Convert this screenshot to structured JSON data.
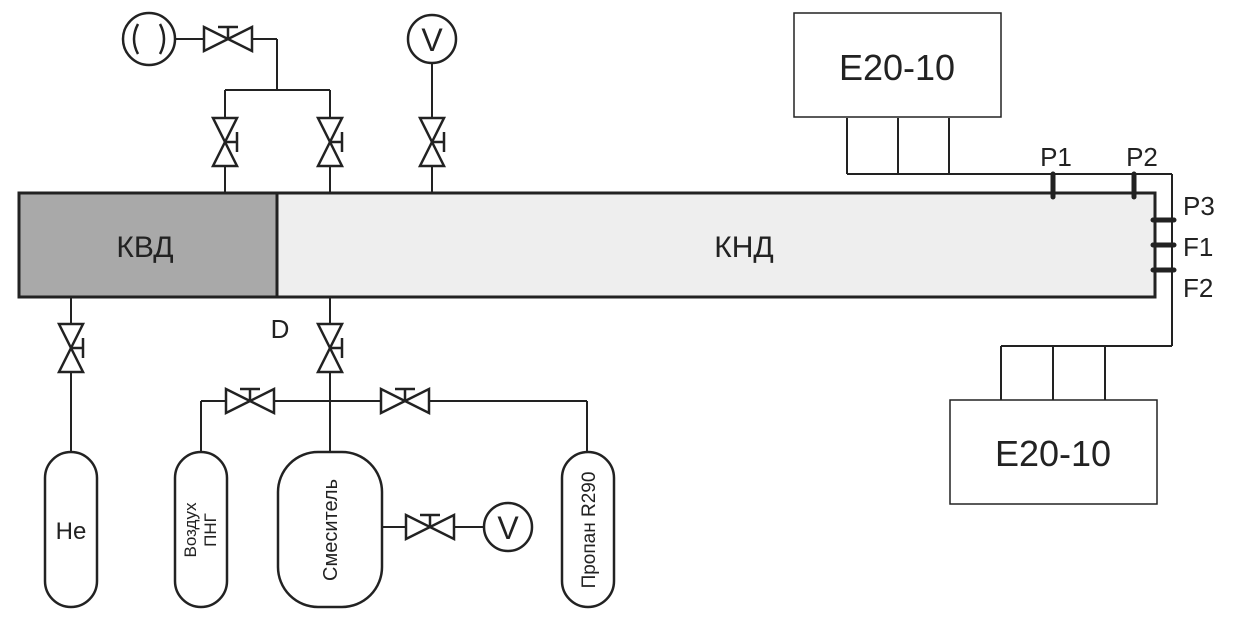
{
  "tube": {
    "high_pressure_label": "КВД",
    "low_pressure_label": "КНД",
    "diaphragm_label": "D",
    "high_pressure_fill": "#a9a9a9",
    "low_pressure_fill": "#eeeeee"
  },
  "daq": {
    "top_label": "E20-10",
    "bottom_label": "E20-10"
  },
  "sensors": {
    "p1": "P1",
    "p2": "P2",
    "p3": "P3",
    "f1": "F1",
    "f2": "F2"
  },
  "gauges": {
    "vacuum_top": "V",
    "vacuum_mixer": "V"
  },
  "cylinders": {
    "helium": "He",
    "air_line1": "Воздух",
    "air_line2": "ПНГ",
    "mixer": "Смеситель",
    "propane": "Пропан R290"
  }
}
